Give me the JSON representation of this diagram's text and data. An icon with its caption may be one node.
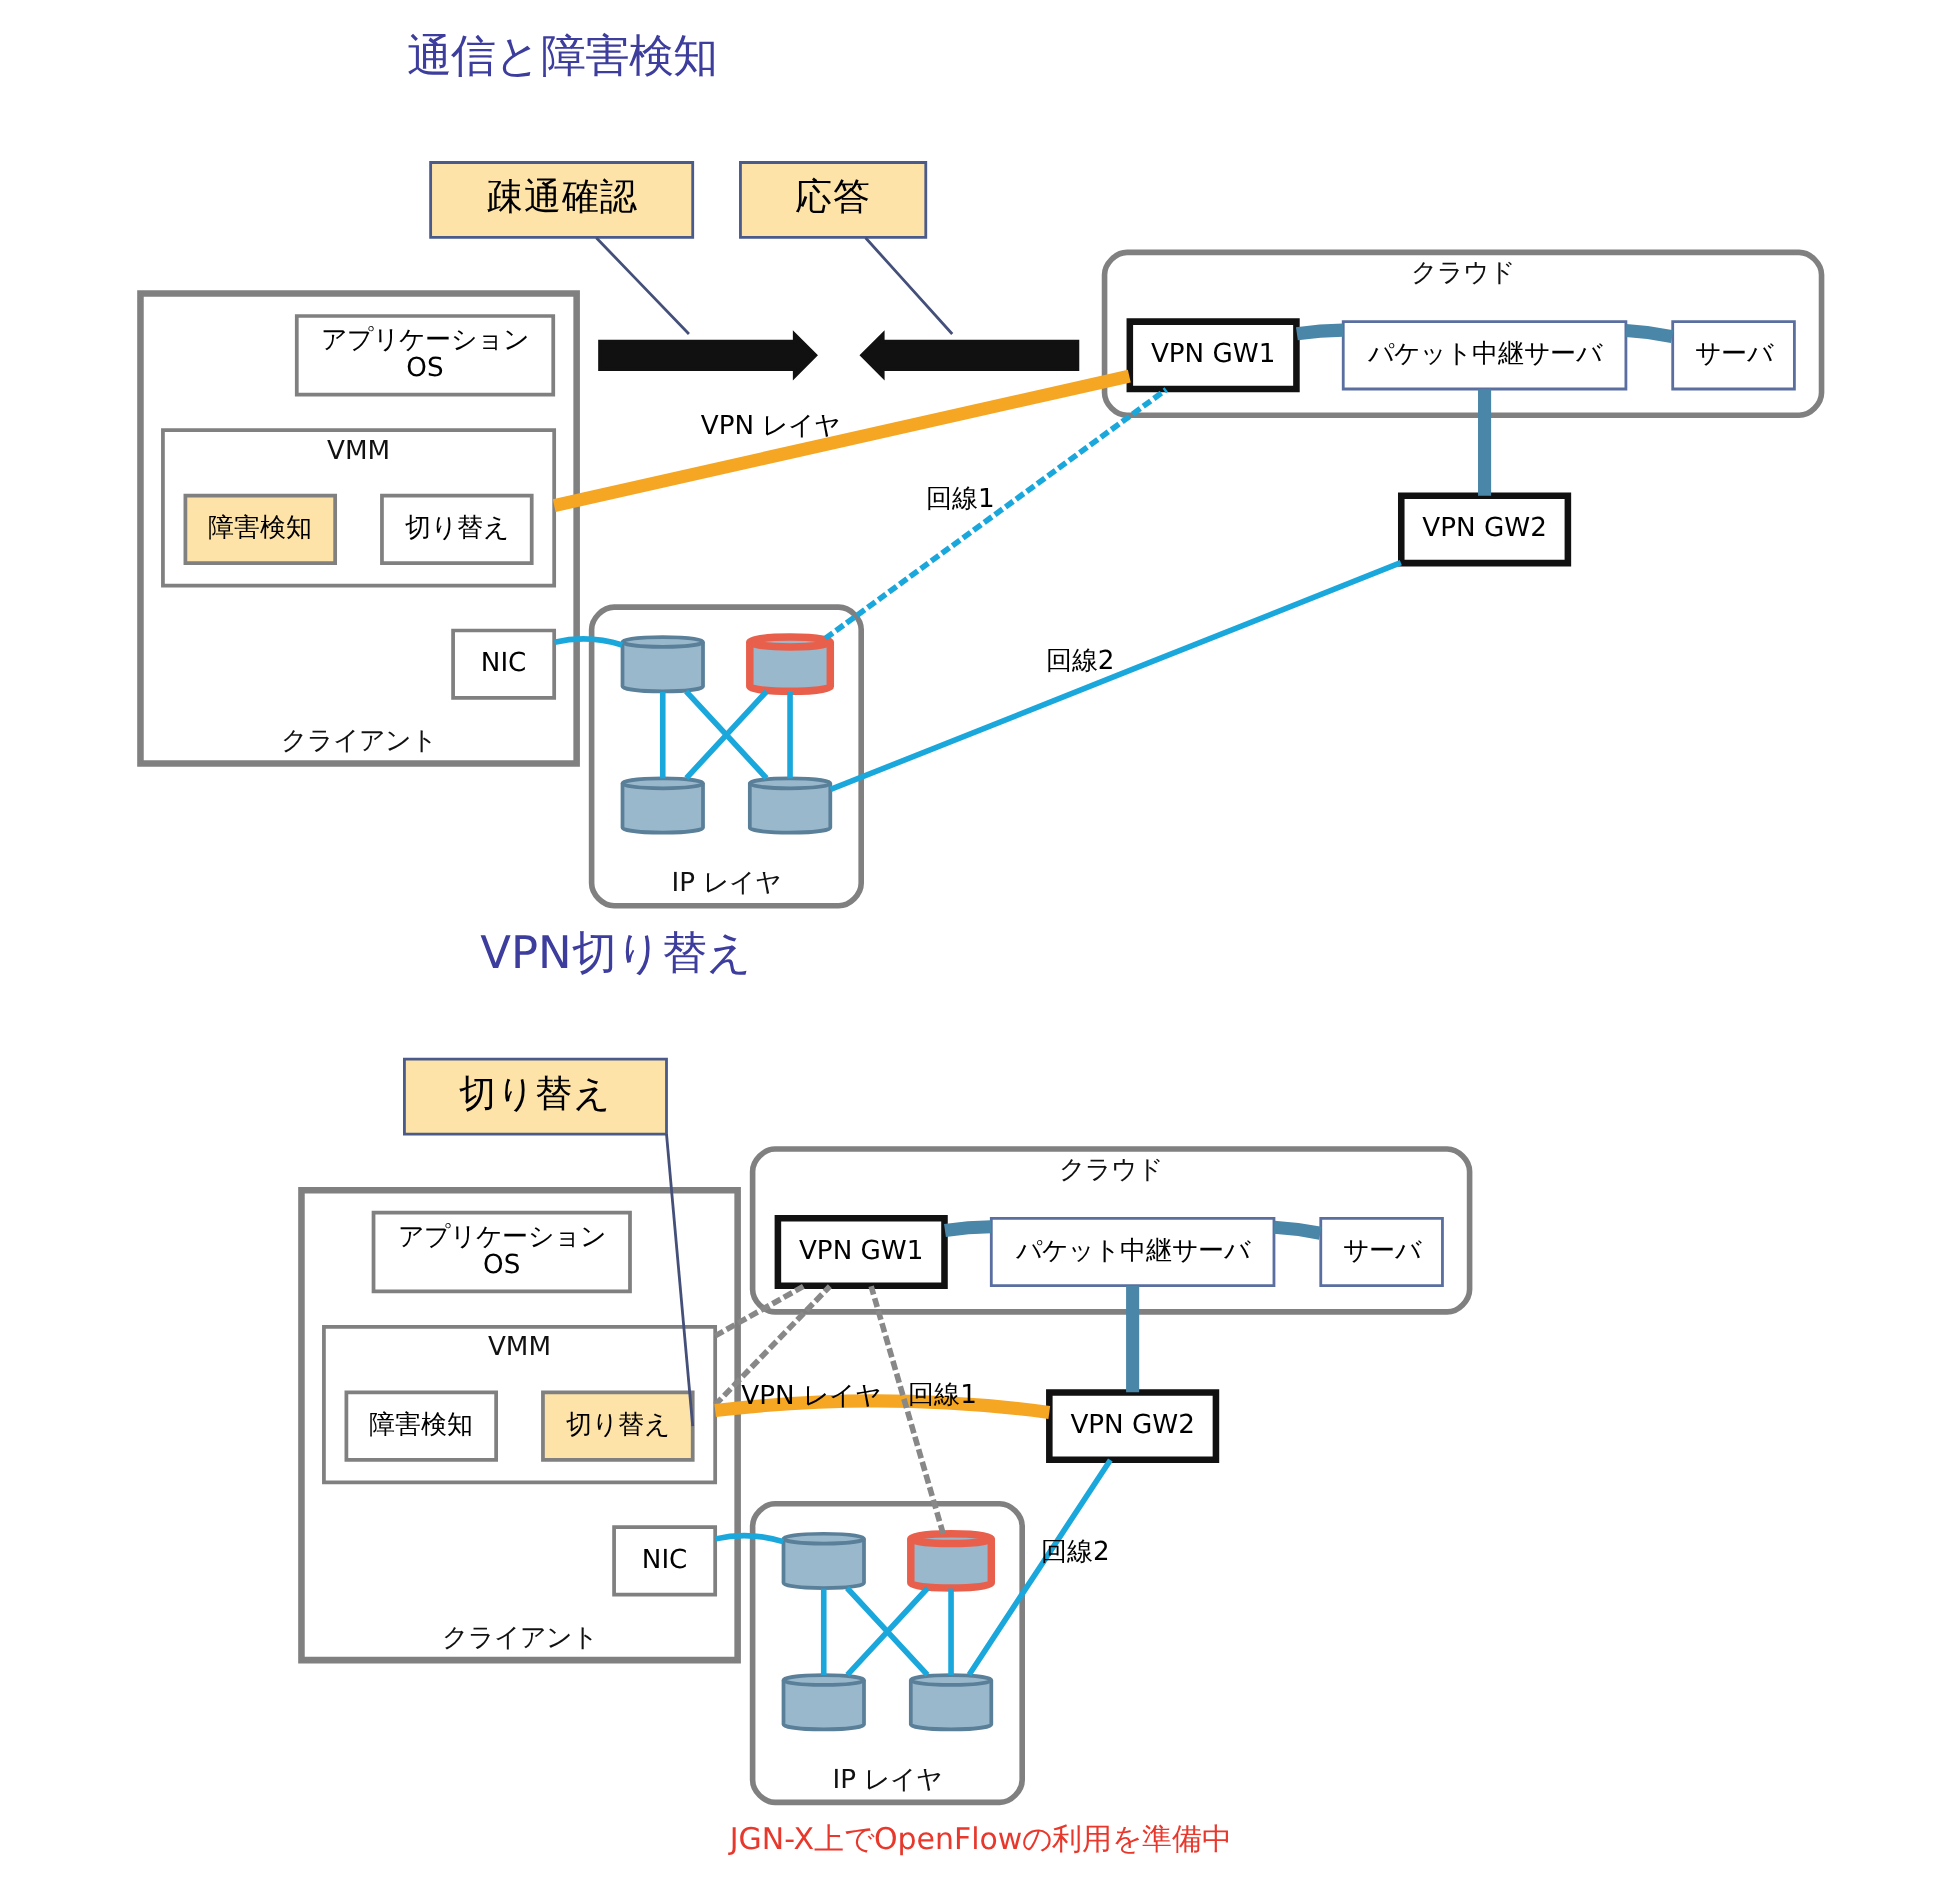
{
  "diagram": {
    "caption": "JGN-X上でOpenFlowの利用を準備中",
    "nodes": [
      {
        "text": [
          "疎通確認"
        ]
      },
      {
        "text": [
          "応答"
        ]
      },
      {
        "text": [],
        "shape": "arrow"
      },
      {
        "text": [],
        "shape": "arrow"
      },
      {
        "text": [
          "クライアント"
        ]
      },
      {
        "text": [
          "アプリケーション",
          "OS"
        ],
        "in": 4
      },
      {
        "text": [
          "VMM"
        ],
        "in": 4
      },
      {
        "text": [
          "障害検知"
        ],
        "in": 6
      },
      {
        "text": [
          "切り替え"
        ],
        "in": 6
      },
      {
        "text": [
          "NIC"
        ],
        "in": 4
      },
      {
        "text": [
          "クラウド"
        ]
      },
      {
        "text": [
          "VPN GW1"
        ],
        "in": 10
      },
      {
        "text": [
          "パケット中継サーバ"
        ],
        "in": 10
      },
      {
        "text": [
          "サーバ"
        ],
        "in": 10
      },
      {
        "text": [
          "VPN GW2"
        ]
      },
      {
        "text": [
          "IP レイヤ"
        ]
      },
      {
        "text": [],
        "shape": "cylinder",
        "in": 15
      },
      {
        "text": [],
        "shape": "cylinder",
        "in": 15
      },
      {
        "text": [],
        "shape": "cylinder",
        "in": 15
      },
      {
        "text": [],
        "shape": "cylinder",
        "in": 15
      },
      {
        "text": [
          "切り替え"
        ]
      },
      {
        "text": [
          "クライアント"
        ]
      },
      {
        "text": [
          "アプリケーション",
          "OS"
        ],
        "in": 21
      },
      {
        "text": [
          "VMM"
        ],
        "in": 21
      },
      {
        "text": [
          "障害検知"
        ],
        "in": 23
      },
      {
        "text": [
          "切り替え"
        ],
        "in": 23
      },
      {
        "text": [
          "NIC"
        ],
        "in": 21
      },
      {
        "text": [
          "クラウド"
        ]
      },
      {
        "text": [
          "VPN GW1"
        ],
        "in": 27
      },
      {
        "text": [
          "パケット中継サーバ"
        ],
        "in": 27
      },
      {
        "text": [
          "サーバ"
        ],
        "in": 27
      },
      {
        "text": [
          "VPN GW2"
        ]
      },
      {
        "text": [
          "IP レイヤ"
        ]
      },
      {
        "text": [],
        "shape": "cylinder",
        "in": 32
      },
      {
        "text": [],
        "shape": "cylinder",
        "in": 32
      },
      {
        "text": [],
        "shape": "cylinder",
        "in": 32
      },
      {
        "text": [],
        "shape": "cylinder",
        "in": 32
      }
    ],
    "edges": [
      {
        "from": 0,
        "to": 2,
        "arrow": "none",
        "color": "#44507a"
      },
      {
        "from": 1,
        "to": 3,
        "arrow": "none",
        "color": "#44507a"
      },
      {
        "from": 6,
        "to": 11,
        "arrow": "none",
        "label": "VPN レイヤ",
        "style": "thick",
        "color": "#f5a623"
      },
      {
        "from": 9,
        "to": 16,
        "arrow": "none"
      },
      {
        "from": 16,
        "to": 17,
        "arrow": "none"
      },
      {
        "from": 16,
        "to": 19,
        "arrow": "none"
      },
      {
        "from": 17,
        "to": 18,
        "arrow": "none"
      },
      {
        "from": 18,
        "to": 19,
        "arrow": "none"
      },
      {
        "from": 18,
        "to": 11,
        "arrow": "none",
        "label": "回線1",
        "style": "dashed"
      },
      {
        "from": 19,
        "to": 14,
        "arrow": "none",
        "label": "回線2"
      },
      {
        "from": 11,
        "to": 12,
        "arrow": "none",
        "style": "thick",
        "color": "#4a86a8"
      },
      {
        "from": 12,
        "to": 13,
        "arrow": "none",
        "style": "thick",
        "color": "#4a86a8"
      },
      {
        "from": 12,
        "to": 14,
        "arrow": "none",
        "style": "thick",
        "color": "#4a86a8"
      },
      {
        "from": 20,
        "to": 25,
        "arrow": "none",
        "color": "#44507a"
      },
      {
        "from": 23,
        "to": 31,
        "arrow": "none",
        "label": "VPN レイヤ",
        "style": "thick",
        "color": "#f5a623"
      },
      {
        "from": 23,
        "to": 28,
        "arrow": "none",
        "style": "dashed",
        "color": "#888888"
      },
      {
        "from": 23,
        "to": 28,
        "arrow": "none",
        "style": "dashed",
        "color": "#888888"
      },
      {
        "from": 26,
        "to": 33,
        "arrow": "none"
      },
      {
        "from": 33,
        "to": 34,
        "arrow": "none"
      },
      {
        "from": 33,
        "to": 36,
        "arrow": "none"
      },
      {
        "from": 34,
        "to": 35,
        "arrow": "none"
      },
      {
        "from": 35,
        "to": 36,
        "arrow": "none"
      },
      {
        "from": 35,
        "to": 28,
        "arrow": "none",
        "label": "回線1",
        "style": "dashed",
        "color": "#888888"
      },
      {
        "from": 36,
        "to": 31,
        "arrow": "none",
        "label": "回線2"
      },
      {
        "from": 28,
        "to": 29,
        "arrow": "none",
        "style": "thick",
        "color": "#4a86a8"
      },
      {
        "from": 29,
        "to": 30,
        "arrow": "none",
        "style": "thick",
        "color": "#4a86a8"
      },
      {
        "from": 29,
        "to": 31,
        "arrow": "none",
        "style": "thick",
        "color": "#4a86a8"
      }
    ],
    "labels": [
      "通信と障害検知",
      "VPN切り替え"
    ]
  }
}
